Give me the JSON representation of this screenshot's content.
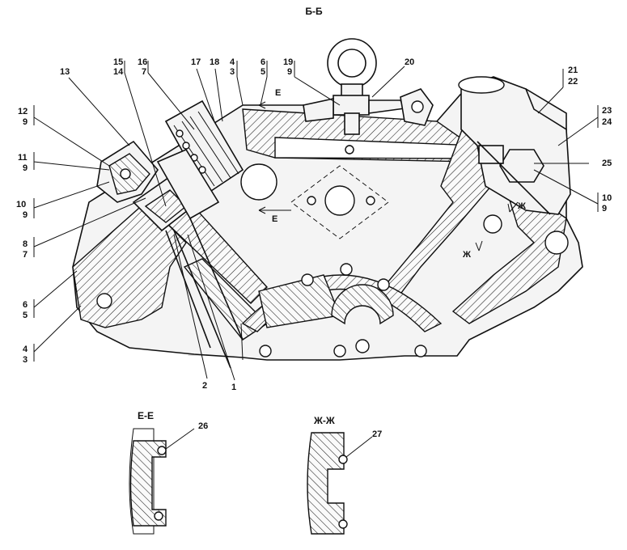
{
  "section_title": "Б-Б",
  "detail_views": [
    {
      "title": "Е-Е",
      "callout": "26"
    },
    {
      "title": "Ж-Ж",
      "callout": "27"
    }
  ],
  "view_marks": {
    "e": "Е",
    "zh": "Ж"
  },
  "callouts": {
    "c13": "13",
    "c15": "15",
    "c14": "14",
    "c16": "16",
    "c7a": "7",
    "c17": "17",
    "c18": "18",
    "c4a": "4",
    "c3a": "3",
    "c6a": "6",
    "c5a": "5",
    "c19": "19",
    "c9a": "9",
    "c20": "20",
    "c21": "21",
    "c22": "22",
    "c23": "23",
    "c24": "24",
    "c25": "25",
    "c10a": "10",
    "c9b": "9",
    "c12": "12",
    "c9c": "9",
    "c11": "11",
    "c9d": "9",
    "c10b": "10",
    "c9e": "9",
    "c8": "8",
    "c7b": "7",
    "c6b": "6",
    "c5b": "5",
    "c4b": "4",
    "c3b": "3",
    "c2": "2",
    "c1": "1"
  }
}
